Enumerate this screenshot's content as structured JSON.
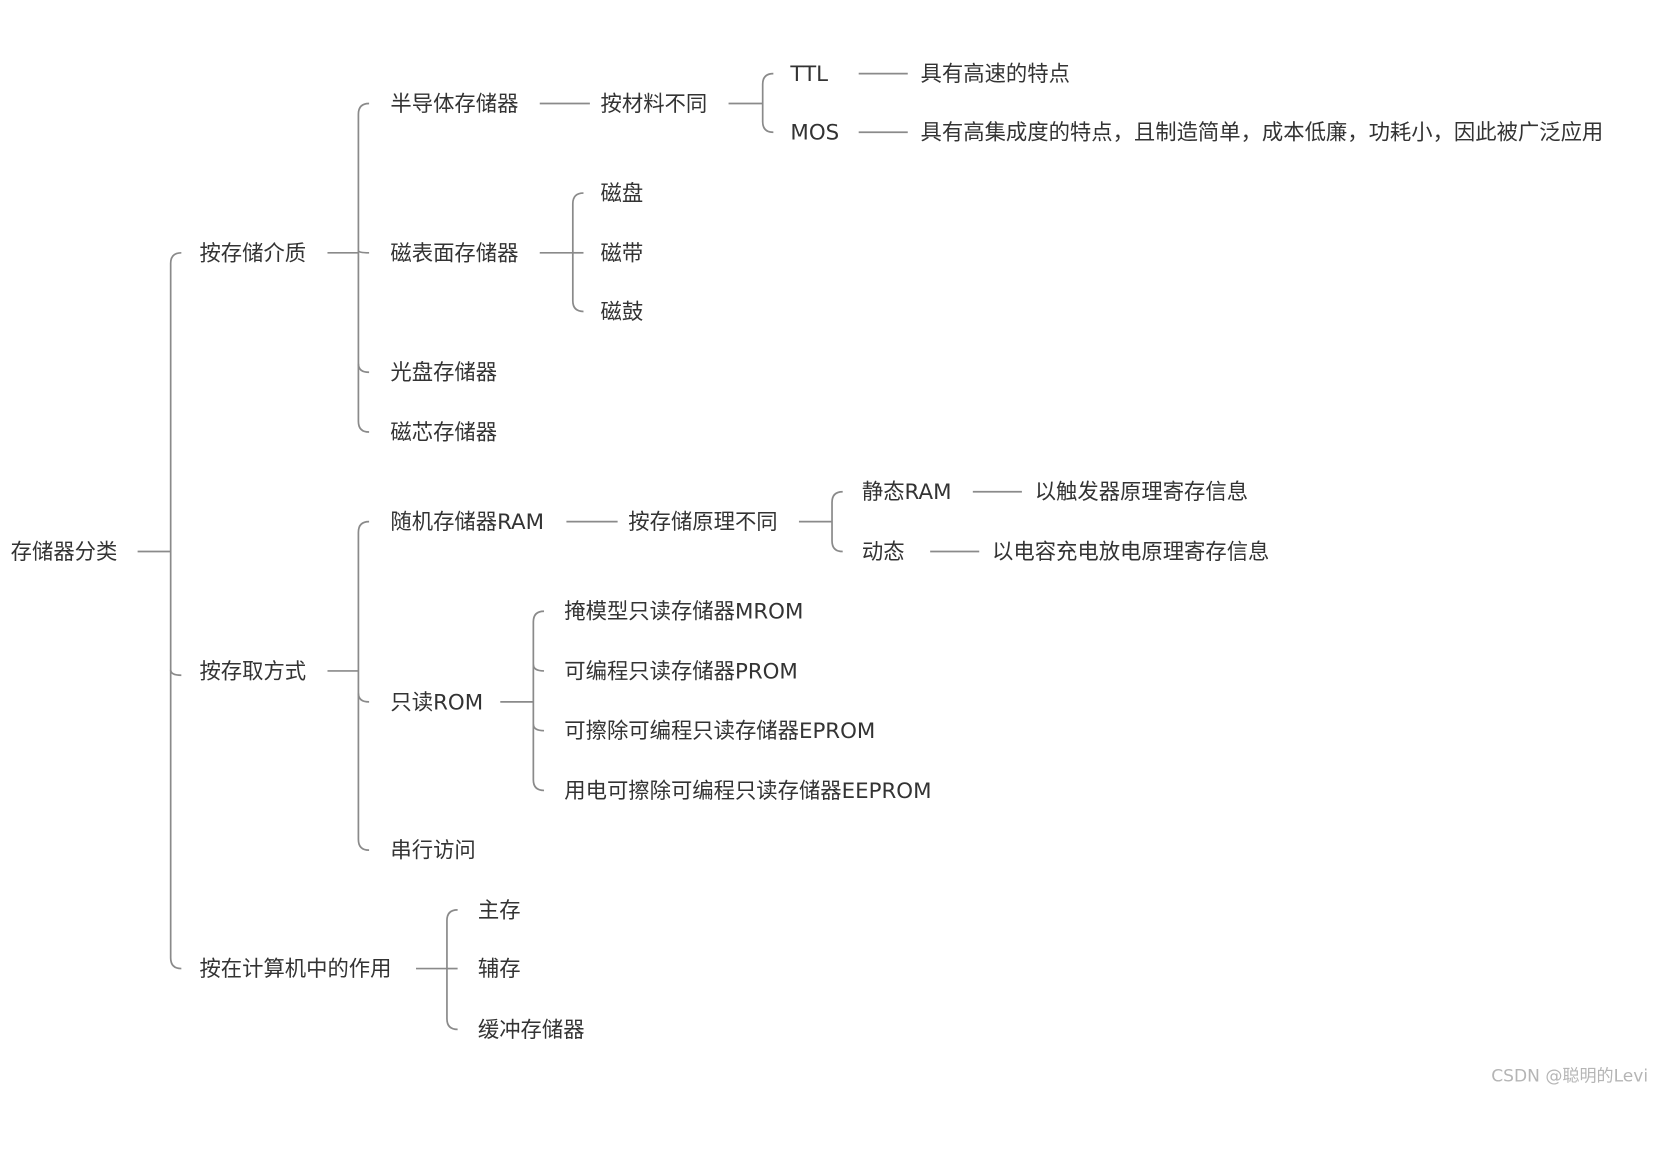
{
  "root": "存储器分类",
  "by_medium": {
    "label": "按存储介质",
    "semiconductor": {
      "label": "半导体存储器",
      "criterion": "按材料不同",
      "ttl": {
        "label": "TTL",
        "note": "具有高速的特点"
      },
      "mos": {
        "label": "MOS",
        "note": "具有高集成度的特点，且制造简单，成本低廉，功耗小，因此被广泛应用"
      }
    },
    "magnetic_surface": {
      "label": "磁表面存储器",
      "items": [
        "磁盘",
        "磁带",
        "磁鼓"
      ]
    },
    "optical": "光盘存储器",
    "magnetic_core": "磁芯存储器"
  },
  "by_access": {
    "label": "按存取方式",
    "ram": {
      "label": "随机存储器RAM",
      "criterion": "按存储原理不同",
      "static": {
        "label": "静态RAM",
        "note": "以触发器原理寄存信息"
      },
      "dynamic": {
        "label": "动态",
        "note": "以电容充电放电原理寄存信息"
      }
    },
    "rom": {
      "label": "只读ROM",
      "items": [
        "掩模型只读存储器MROM",
        "可编程只读存储器PROM",
        "可擦除可编程只读存储器EPROM",
        "用电可擦除可编程只读存储器EEPROM"
      ]
    },
    "serial": "串行访问"
  },
  "by_role": {
    "label": "按在计算机中的作用",
    "items": [
      "主存",
      "辅存",
      "缓冲存储器"
    ]
  },
  "watermark": "CSDN @聪明的Levi"
}
